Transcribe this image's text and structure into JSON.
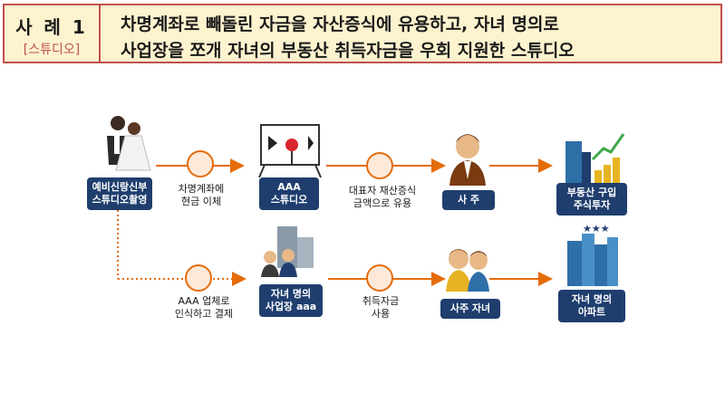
{
  "header": {
    "case_title": "사 례 1",
    "case_subtitle": "[스튜디오]",
    "line1": "차명계좌로 빼돌린 자금을 자산증식에 유용하고, 자녀 명의로",
    "line2": "사업장을 쪼개 자녀의 부동산 취득자금을 우회 지원한 스튜디오"
  },
  "nodes": {
    "customer": {
      "line1": "예비신랑신부",
      "line2": "스튜디오촬영"
    },
    "studio": {
      "line1": "AAA",
      "line2": "스튜디오"
    },
    "owner": {
      "label": "사 주"
    },
    "realestate": {
      "line1": "부동산 구입",
      "line2": "주식투자"
    },
    "child_business": {
      "line1": "자녀 명의",
      "line2": "사업장 aaa"
    },
    "owner_child": {
      "label": "사주 자녀"
    },
    "apartment": {
      "line1": "자녀 명의",
      "line2": "아파트"
    }
  },
  "edges": {
    "borrowed_transfer": {
      "line1": "차명계좌에",
      "line2": "현금 이체"
    },
    "rep_embezzle": {
      "line1": "대표자 재산증식",
      "line2": "금액으로 유용"
    },
    "aaa_business": {
      "line1": "AAA 업체로",
      "line2": "인식하고 결제"
    },
    "acquisition_use": {
      "line1": "취득자금",
      "line2": "사용"
    }
  },
  "colors": {
    "navy": "#1f3e6e",
    "arrow": "#e46c0a",
    "border": "#c0504d",
    "header_bg": "#fdf3cf"
  }
}
